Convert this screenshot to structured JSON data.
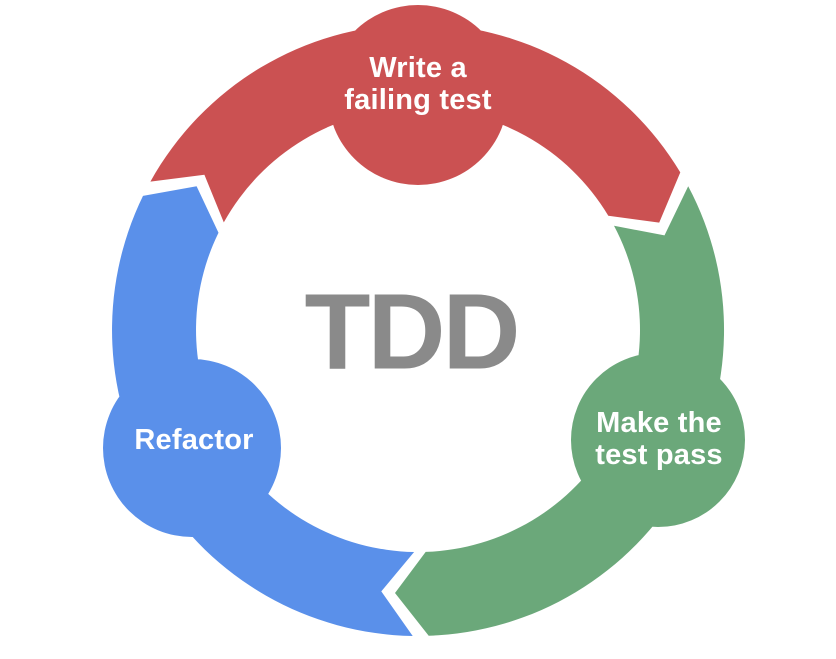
{
  "diagram": {
    "title": "TDD",
    "type": "cycle",
    "direction": "clockwise",
    "steps": [
      {
        "label": "Write a\nfailing test",
        "color": "#cb5152",
        "position": "top"
      },
      {
        "label": "Make the\ntest pass",
        "color": "#6ba87a",
        "position": "bottom-right"
      },
      {
        "label": "Refactor",
        "color": "#5a90ea",
        "position": "bottom-left"
      }
    ],
    "center_label_color": "#8a8a8a",
    "label_text_color": "#ffffff",
    "background_color": "#ffffff"
  }
}
